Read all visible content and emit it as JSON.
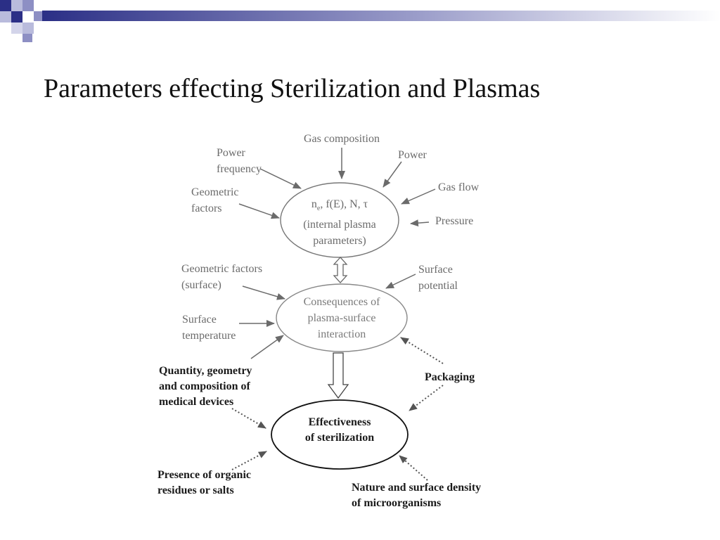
{
  "slide": {
    "title": "Parameters effecting Sterilization and Plasmas"
  },
  "diagram": {
    "top_node": {
      "line1_prefix": "n",
      "line1_sub": "e",
      "line1_suffix": ", f(E), N, τ",
      "line2": "(internal plasma",
      "line3": "parameters)"
    },
    "middle_node": {
      "line1": "Consequences of",
      "line2": "plasma-surface",
      "line3": "interaction"
    },
    "bottom_node": {
      "line1": "Effectiveness",
      "line2": "of sterilization"
    },
    "inputs_top": {
      "gas_composition": "Gas composition",
      "power_frequency_1": "Power",
      "power_frequency_2": "frequency",
      "power": "Power",
      "geometric_factors_1": "Geometric",
      "geometric_factors_2": "factors",
      "gas_flow": "Gas flow",
      "pressure": "Pressure"
    },
    "inputs_middle": {
      "geometric_surface_1": "Geometric factors",
      "geometric_surface_2": "(surface)",
      "surface_potential_1": "Surface",
      "surface_potential_2": "potential",
      "surface_temperature_1": "Surface",
      "surface_temperature_2": "temperature"
    },
    "inputs_bottom": {
      "quantity_1": "Quantity, geometry",
      "quantity_2": "and composition of",
      "quantity_3": "medical devices",
      "packaging": "Packaging",
      "organic_1": "Presence of organic",
      "organic_2": "residues or salts",
      "nature_1": "Nature and surface density",
      "nature_2": "of microorganisms"
    }
  },
  "colors": {
    "accent_navy": "#2b2f86",
    "accent_lavender": "#8d8fc4",
    "diagram_gray": "#6b6b6b"
  }
}
